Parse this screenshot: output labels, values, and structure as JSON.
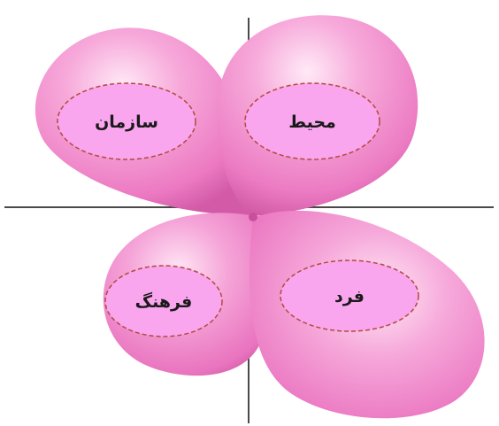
{
  "labels": {
    "top_left": "سازمان",
    "top_right": "محیط",
    "bottom_left": "فرهنگ",
    "bottom_right": "فرد"
  },
  "colors": {
    "balloon": "#f08fcf",
    "balloon_light": "#ffe3f4",
    "balloon_dark": "#d45aa8",
    "oval_fill": "#f9a6ef",
    "oval_stroke": "#b24a3e",
    "axis": "#4a4a4a"
  }
}
